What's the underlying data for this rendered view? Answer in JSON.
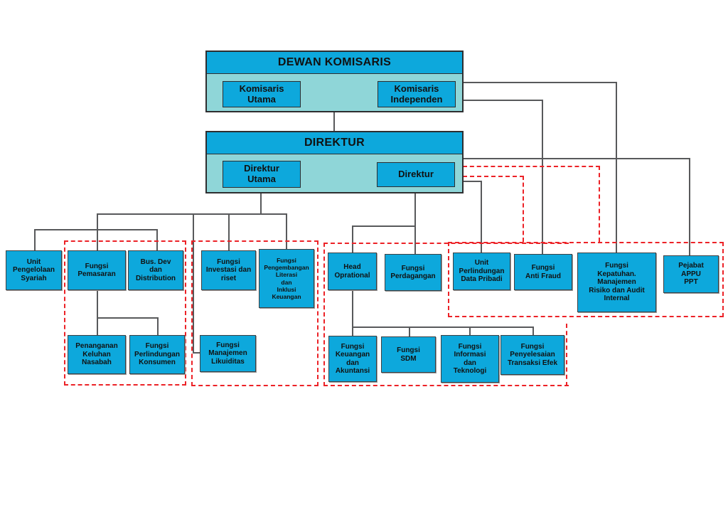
{
  "org": {
    "dewan_komisaris": {
      "title": "DEWAN KOMISARIS",
      "members": {
        "komisaris_utama": "Komisaris\nUtama",
        "komisaris_independen": "Komisaris\nIndependen"
      }
    },
    "direktur_group": {
      "title": "DIREKTUR",
      "members": {
        "direktur_utama": "Direktur\nUtama",
        "direktur": "Direktur"
      }
    },
    "units": {
      "unit_pengelolaan_syariah": "Unit\nPengelolaan\nSyariah",
      "fungsi_pemasaran": "Fungsi\nPemasaran",
      "bus_dev_distribution": "Bus. Dev\ndan\nDistribution",
      "fungsi_investasi_riset": "Fungsi\nInvestasi dan\nriset",
      "fungsi_pengembangan_literasi": "Fungsi\nPengembangan\nLiterasi\ndan\nInklusi\nKeuangan",
      "head_oprational": "Head\nOprational",
      "fungsi_perdagangan": "Fungsi\nPerdagangan",
      "unit_perlindungan_data_pribadi": "Unit\nPerlindungan\nData Pribadi",
      "fungsi_anti_fraud": "Fungsi\nAnti Fraud",
      "fungsi_kepatuhan": "Fungsi\nKepatuhan.\nManajemen\nRisiko dan Audit\nInternal",
      "pejabat_appu_ppt": "Pejabat\nAPPU\nPPT",
      "penanganan_keluhan_nasabah": "Penanganan\nKeluhan\nNasabah",
      "fungsi_perlindungan_konsumen": "Fungsi\nPerlindungan\nKonsumen",
      "fungsi_manajemen_likuiditas": "Fungsi\nManajemen\nLikuiditas",
      "fungsi_keuangan_akuntansi": "Fungsi\nKeuangan\ndan\nAkuntansi",
      "fungsi_sdm": "Fungsi\nSDM",
      "fungsi_informasi_teknologi": "Fungsi\nInformasi\ndan\nTeknologi",
      "fungsi_penyelesaian_transaksi": "Fungsi\nPenyelesaian\nTransaksi Efek"
    },
    "colors": {
      "node_fill": "#0da8dc",
      "container_fill": "#8fd6d8",
      "group_outline": "#ec2227",
      "connector": "#58595b"
    }
  }
}
